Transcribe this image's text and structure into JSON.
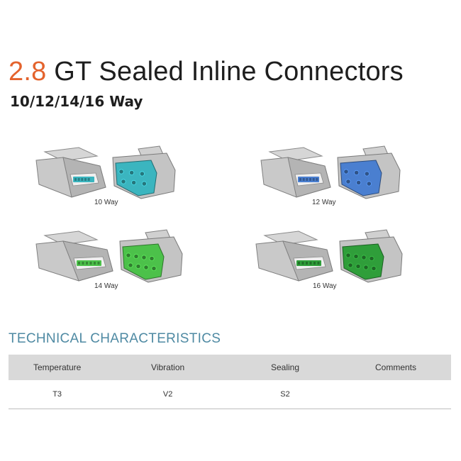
{
  "title": {
    "accent": "2.8",
    "rest": " GT Sealed Inline Connectors"
  },
  "subtitle": "10/12/14/16 Way",
  "connectors": [
    {
      "label": "10 Way",
      "color": "#3bb5bf",
      "pins": 5
    },
    {
      "label": "12 Way",
      "color": "#4a7fd0",
      "pins": 6
    },
    {
      "label": "14 Way",
      "color": "#4cc14a",
      "pins": 7
    },
    {
      "label": "16 Way",
      "color": "#2f9e3a",
      "pins": 8
    }
  ],
  "section_heading": "TECHNICAL CHARACTERISTICS",
  "table": {
    "headers": [
      "Temperature",
      "Vibration",
      "Sealing",
      "Comments"
    ],
    "rows": [
      [
        "T3",
        "V2",
        "S2",
        ""
      ]
    ]
  }
}
